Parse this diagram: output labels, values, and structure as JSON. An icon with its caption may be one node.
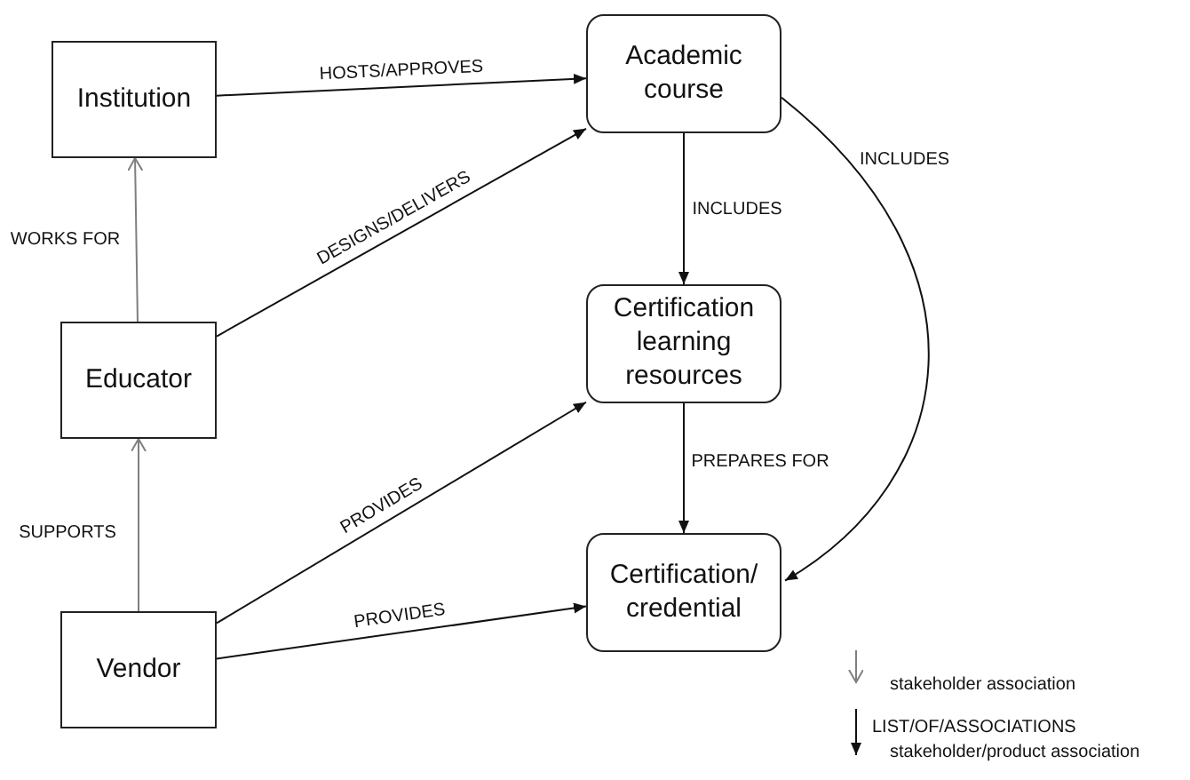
{
  "diagram": {
    "nodes": [
      {
        "text": [
          "Institution"
        ]
      },
      {
        "text": [
          "Academic course"
        ]
      },
      {
        "text": [
          "Educator"
        ]
      },
      {
        "text": [
          "Certification learning resources"
        ]
      },
      {
        "text": [
          "Vendor"
        ]
      },
      {
        "text": [
          "Certification/ credential"
        ]
      }
    ],
    "edges": [
      {
        "from": 0,
        "to": 1,
        "arrow": "to",
        "label": "HOSTS/APPROVES"
      },
      {
        "from": 2,
        "to": 0,
        "arrow": "to",
        "label": "WORKS FOR",
        "color": "#7f7f7f"
      },
      {
        "from": 2,
        "to": 1,
        "arrow": "to",
        "label": "DESIGNS/DELIVERS"
      },
      {
        "from": 1,
        "to": 3,
        "arrow": "to",
        "label": "INCLUDES"
      },
      {
        "from": 1,
        "to": 5,
        "arrow": "to",
        "label": "INCLUDES"
      },
      {
        "from": 4,
        "to": 2,
        "arrow": "to",
        "label": "SUPPORTS",
        "color": "#7f7f7f"
      },
      {
        "from": 4,
        "to": 3,
        "arrow": "to",
        "label": "PROVIDES"
      },
      {
        "from": 3,
        "to": 5,
        "arrow": "to",
        "label": "PREPARES FOR"
      },
      {
        "from": 4,
        "to": 5,
        "arrow": "to",
        "label": "PROVIDES"
      }
    ],
    "labels": [
      "LIST/OF/ASSOCIATIONS"
    ],
    "legend": [
      {
        "text": "stakeholder association"
      },
      {
        "text": "stakeholder/product association"
      }
    ]
  }
}
